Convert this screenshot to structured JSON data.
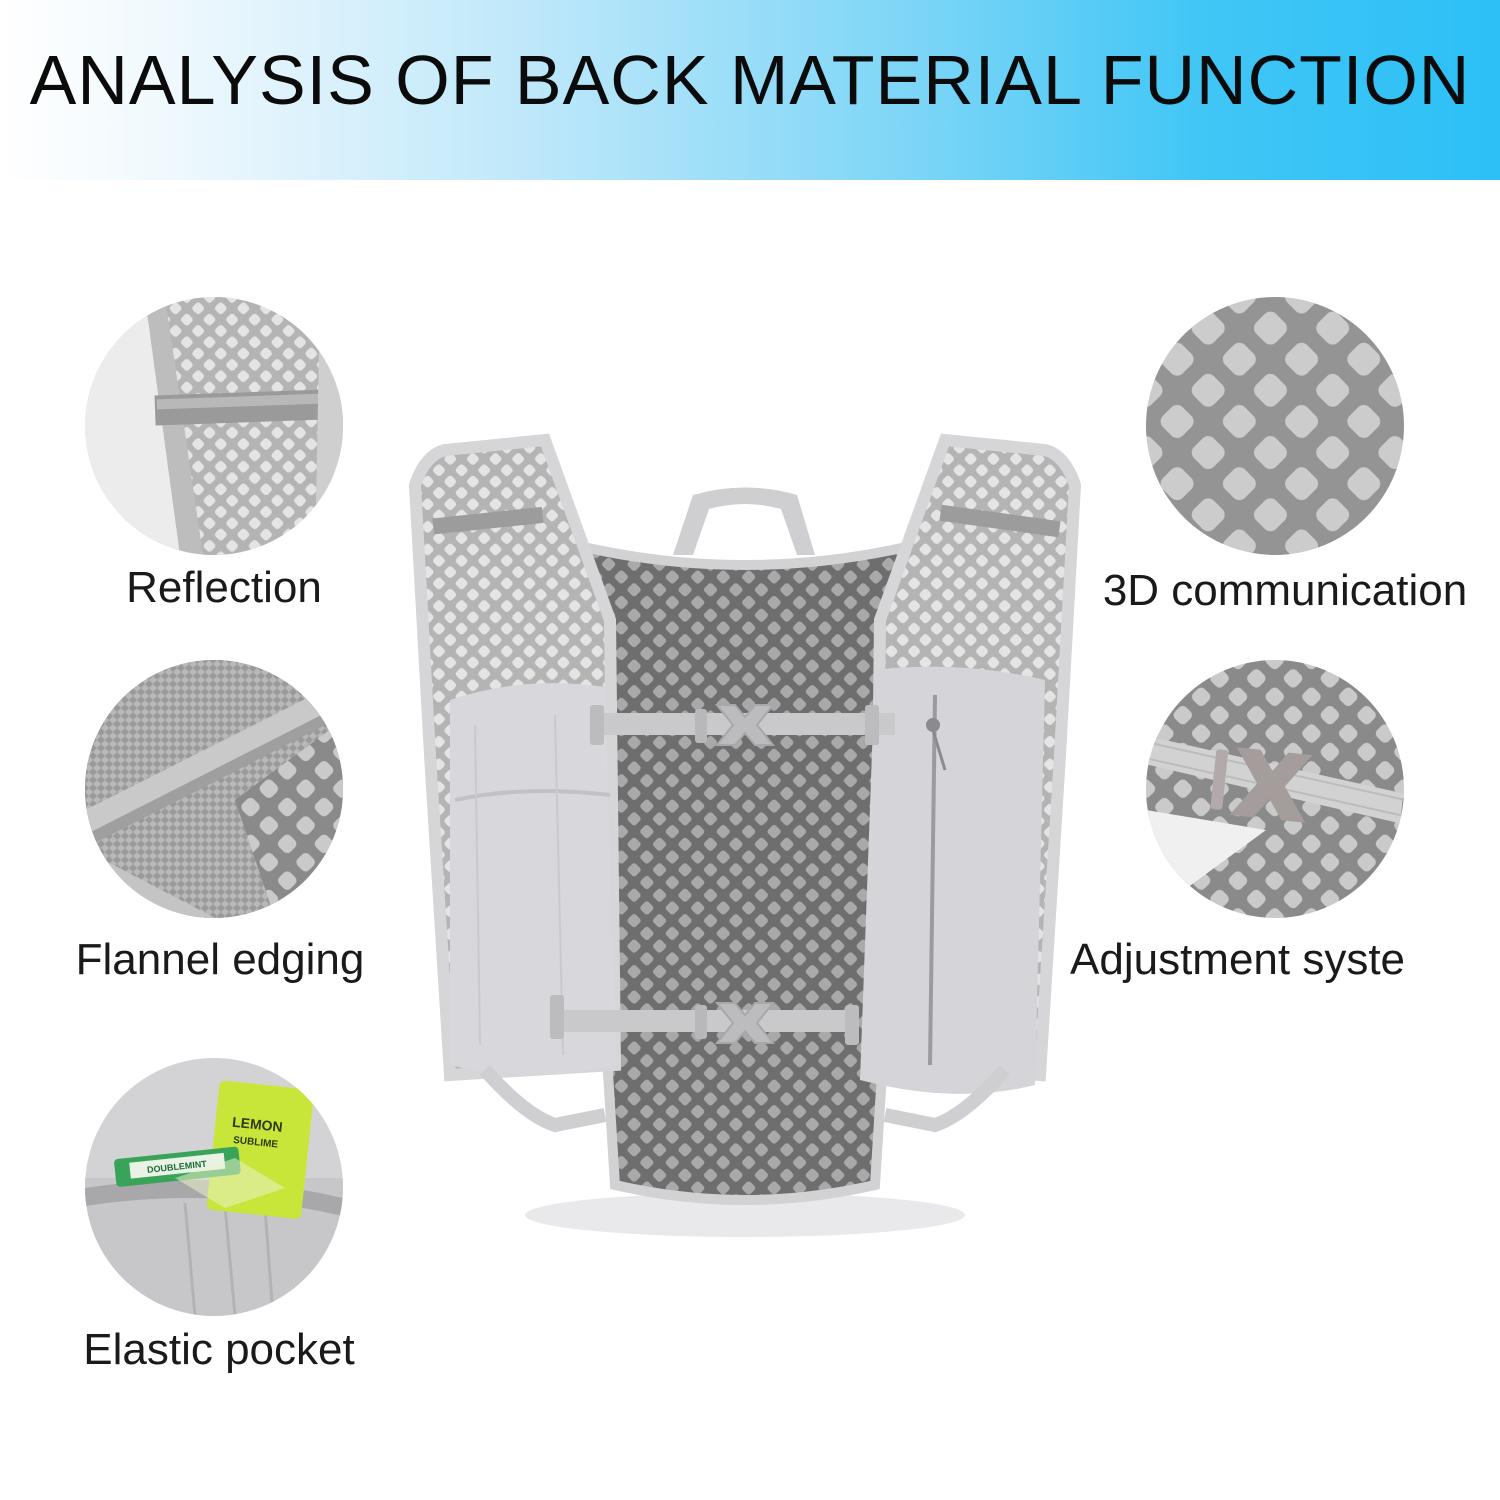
{
  "header": {
    "title": "ANALYSIS OF BACK MATERIAL FUNCTION"
  },
  "features_left": [
    {
      "label": "Reflection"
    },
    {
      "label": "Flannel edging"
    },
    {
      "label": "Elastic pocket"
    }
  ],
  "features_right": [
    {
      "label": "3D communication"
    },
    {
      "label": "Adjustment syste"
    }
  ],
  "pocket_packet": {
    "line1": "LEMON",
    "line2": "SUBLIME"
  },
  "gum_pack": {
    "label": "DOUBLEMINT"
  },
  "colors": {
    "header_gradient_start": "#ffffff",
    "header_gradient_end": "#2cc0f6",
    "fabric_light": "#d9d9dc",
    "mesh_dark": "#7d7d7d",
    "packet_green": "#c8e63a"
  }
}
